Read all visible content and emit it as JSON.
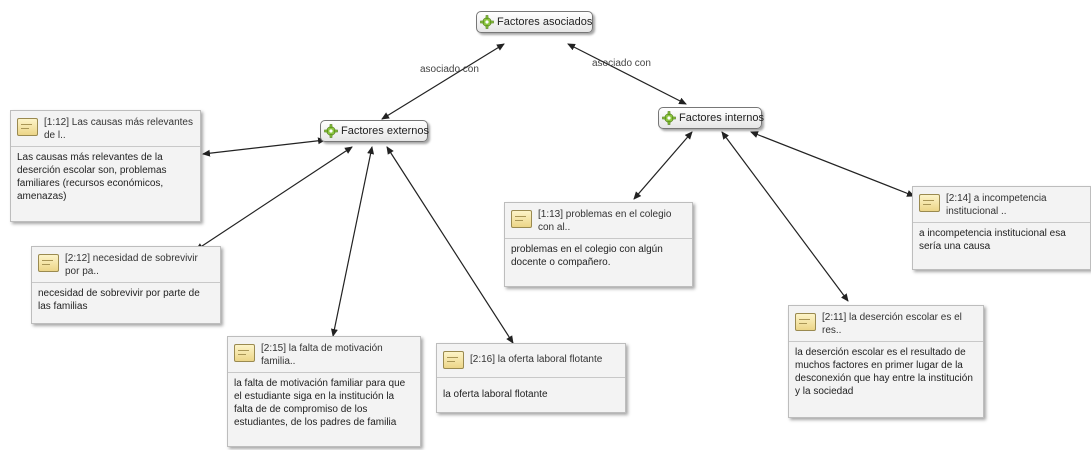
{
  "edge_labels": {
    "left": "asociado con",
    "right": "asociado con"
  },
  "codes": {
    "root": "Factores asociados",
    "externos": "Factores externos",
    "internos": "Factores internos"
  },
  "quotes": {
    "q112": {
      "title": "[1:12] Las causas más relevantes de l..",
      "body": "Las causas más relevantes de la deserción escolar son, problemas familiares (recursos económicos, amenazas)"
    },
    "q212": {
      "title": "[2:12] necesidad de sobrevivir por pa..",
      "body": "necesidad de sobrevivir por parte de las familias"
    },
    "q215": {
      "title": "[2:15] la falta de motivación familia..",
      "body": "la falta de motivación familiar para que el estudiante siga en la institución la falta de de compromiso de los estudiantes, de los padres de familia"
    },
    "q216": {
      "title": "[2:16] la oferta laboral flotante",
      "body": "la oferta laboral flotante"
    },
    "q113": {
      "title": "[1:13] problemas en el colegio con al..",
      "body": "problemas en el colegio con algún docente o compañero."
    },
    "q211": {
      "title": "[2:11] la deserción escolar es el res..",
      "body": "la deserción escolar es el resultado de muchos factores en primer lugar de la desconexión que hay entre la institución y la sociedad"
    },
    "q214": {
      "title": "[2:14] a incompetencia institucional ..",
      "body": "a incompetencia institucional esa sería una causa"
    }
  },
  "colors": {
    "edge": "#222222",
    "gear": "#8cc63f",
    "note": "#f2dc92"
  }
}
